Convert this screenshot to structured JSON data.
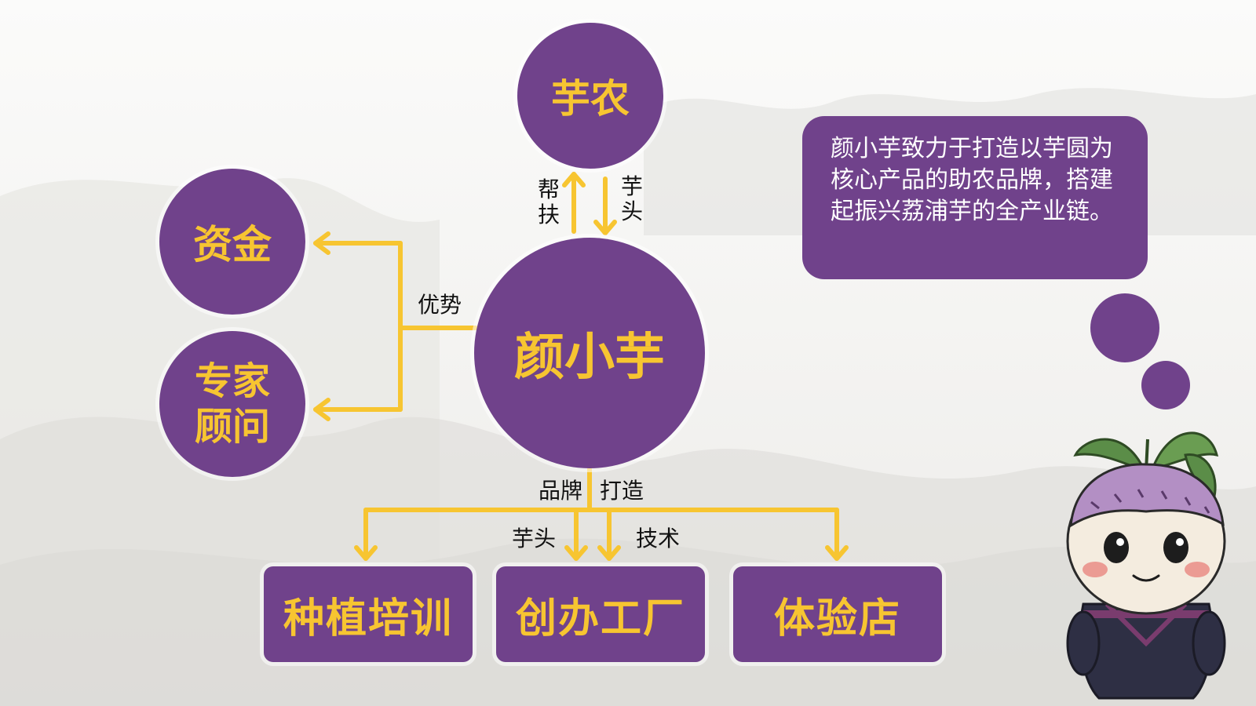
{
  "nodes": {
    "center": "颜小芋",
    "top": "芋农",
    "funds": "资金",
    "experts_line1": "专家",
    "experts_line2": "顾问",
    "training": "种植培训",
    "factory": "创办工厂",
    "store": "体验店"
  },
  "labels": {
    "help_line1": "帮",
    "help_line2": "扶",
    "taro_line1": "芋",
    "taro_line2": "头",
    "advantage": "优势",
    "brand": "品牌",
    "build": "打造",
    "taro": "芋头",
    "tech": "技术"
  },
  "description": "颜小芋致力于打造以芋圆为核心产品的助农品牌，搭建起振兴荔浦芋的全产业链。",
  "colors": {
    "node_fill": "#70428b",
    "node_text": "#f7c531",
    "arrow": "#f7c531",
    "label_text": "#111111"
  }
}
